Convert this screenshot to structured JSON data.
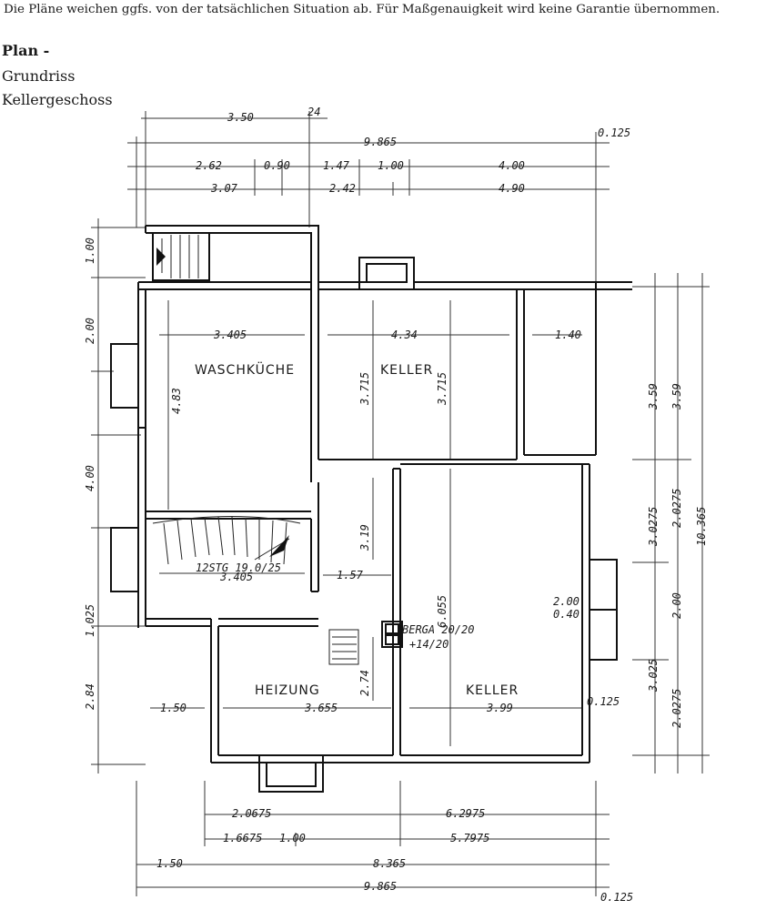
{
  "header": {
    "disclaimer": "Die Pläne weichen ggfs. von der tatsächlichen Situation ab. Für Maßgenauigkeit wird keine Garantie übernommen.",
    "title": "Plan -",
    "subtitle_1": "Grundriss",
    "subtitle_2": "Kellergeschoss"
  },
  "rooms": {
    "waschkueche": "WASCHKÜCHE",
    "keller_top": "KELLER",
    "heizung": "HEIZUNG",
    "keller_bottom": "KELLER"
  },
  "annotations": {
    "stairs": "12STG 19.0/25",
    "berga": "BERGA 20/20",
    "berga_2": "+14/20"
  },
  "dims": {
    "top": {
      "d350": "3.50",
      "d24": "24",
      "d9865": "9.865",
      "d0125": "0.125",
      "d262": "2.62",
      "d090": "0.90",
      "d147": "1.47",
      "d100": "1.00",
      "d400": "4.00",
      "d307": "3.07",
      "d242": "2.42",
      "d490": "4.90"
    },
    "bottom": {
      "d20675": "2.0675",
      "d62975": "6.2975",
      "d16675": "1.6675",
      "d100": "1.00",
      "d57975": "5.7975",
      "d150": "1.50",
      "d8365": "8.365",
      "d9865": "9.865",
      "d0125": "0.125"
    },
    "left": {
      "d100": "1.00",
      "d200": "2.00",
      "d400": "4.00",
      "d1025": "1.025",
      "d284": "2.84"
    },
    "right": {
      "d359a": "3.59",
      "d359b": "3.59",
      "d30275": "3.0275",
      "d20275": "2.0275",
      "d10365": "10.365",
      "d200": "2.00",
      "d3025": "3.025",
      "d20275b": "2.0275"
    },
    "interior": {
      "d3405a": "3.405",
      "d434": "4.34",
      "d140": "1.40",
      "d483": "4.83",
      "d3715a": "3.715",
      "d3715b": "3.715",
      "d3405b": "3.405",
      "d157": "1.57",
      "d6055": "6.055",
      "d319": "3.19",
      "d3655": "3.655",
      "d399": "3.99",
      "d150": "1.50",
      "d274": "2.74",
      "d0125": "0.125",
      "d200": "2.00",
      "d040": "0.40"
    }
  }
}
